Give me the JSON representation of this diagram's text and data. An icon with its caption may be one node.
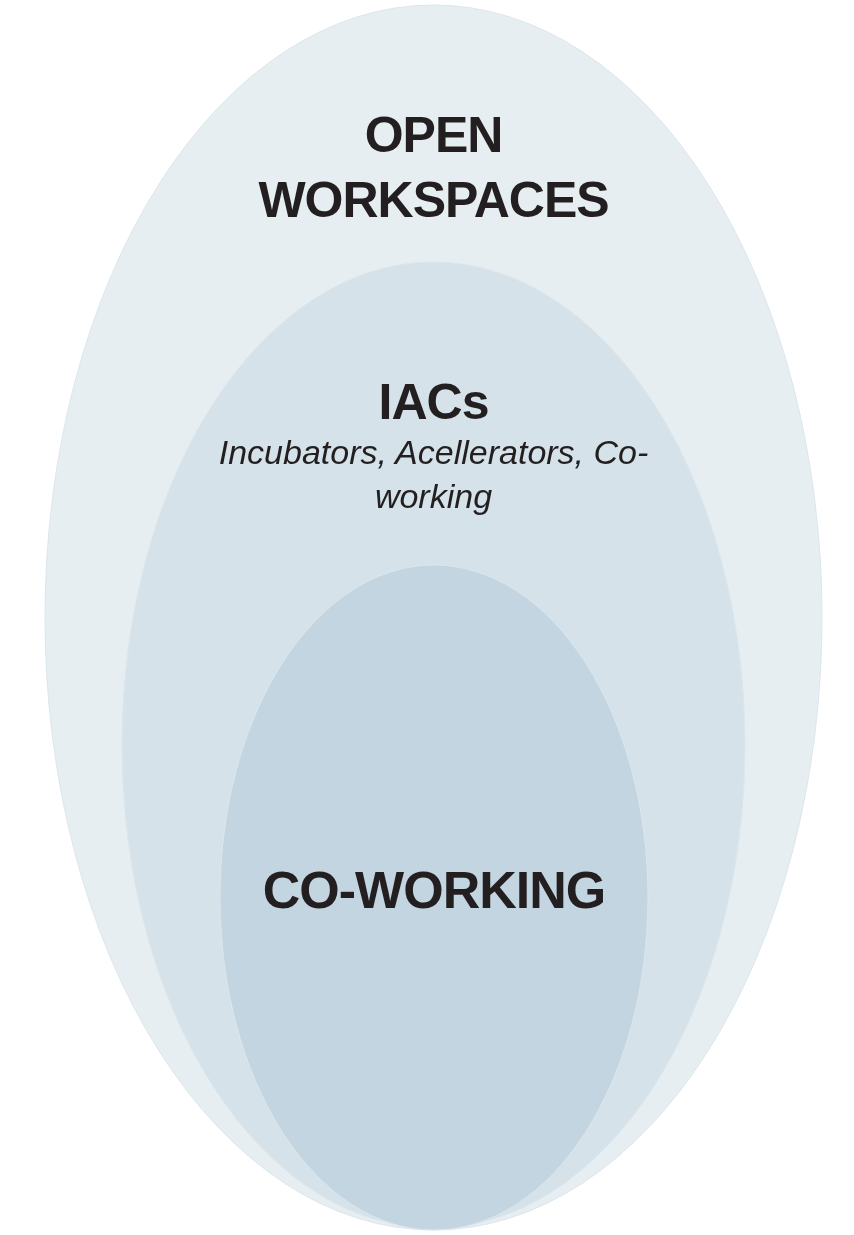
{
  "diagram": {
    "nodes": [
      {
        "text": [
          "OPEN WORKSPACES"
        ]
      },
      {
        "text": [
          "IACs",
          "Incubators, Acellerators, Co-working"
        ],
        "in": 0
      },
      {
        "text": [
          "CO-WORKING"
        ],
        "in": 1
      }
    ]
  }
}
